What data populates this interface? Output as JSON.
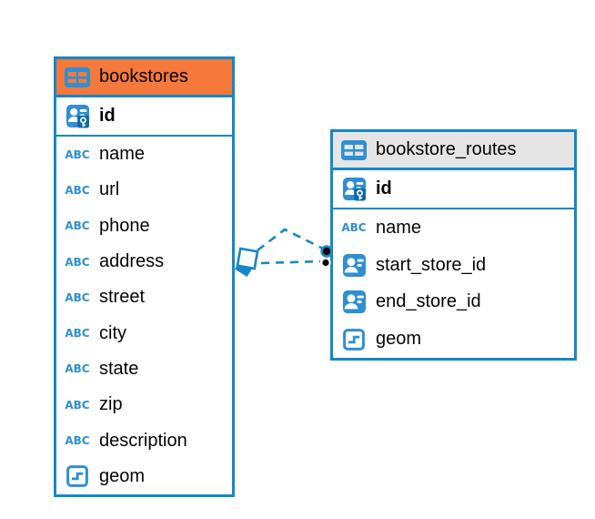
{
  "diagram": {
    "background_color": "#ffffff",
    "accent_color": "#1587c8",
    "icon_color": "#2e8fd4",
    "icon_glyphs": {
      "text_type": "ABC"
    },
    "tables": [
      {
        "name": "bookstores",
        "header_color": "#f5793b",
        "icon": "table-icon",
        "primary_key": {
          "label": "id",
          "icon": "person-key-icon"
        },
        "columns": [
          {
            "label": "name",
            "type": "text"
          },
          {
            "label": "url",
            "type": "text"
          },
          {
            "label": "phone",
            "type": "text"
          },
          {
            "label": "address",
            "type": "text"
          },
          {
            "label": "street",
            "type": "text"
          },
          {
            "label": "city",
            "type": "text"
          },
          {
            "label": "state",
            "type": "text"
          },
          {
            "label": "zip",
            "type": "text"
          },
          {
            "label": "description",
            "type": "text"
          },
          {
            "label": "geom",
            "type": "geometry"
          }
        ]
      },
      {
        "name": "bookstore_routes",
        "header_color": "#e5e5e5",
        "icon": "table-icon",
        "primary_key": {
          "label": "id",
          "icon": "person-key-icon"
        },
        "columns": [
          {
            "label": "name",
            "type": "text"
          },
          {
            "label": "start_store_id",
            "type": "reference"
          },
          {
            "label": "end_store_id",
            "type": "reference"
          },
          {
            "label": "geom",
            "type": "geometry"
          }
        ]
      }
    ],
    "relationships": [
      {
        "from": "bookstores",
        "to": "bookstore_routes",
        "line_style": "dashed",
        "source_marker": "diamond",
        "target_marker": "black-dot"
      },
      {
        "from": "bookstores",
        "to": "bookstore_routes",
        "line_style": "dashed",
        "source_marker": "diamond",
        "target_marker": "black-dot"
      }
    ]
  }
}
